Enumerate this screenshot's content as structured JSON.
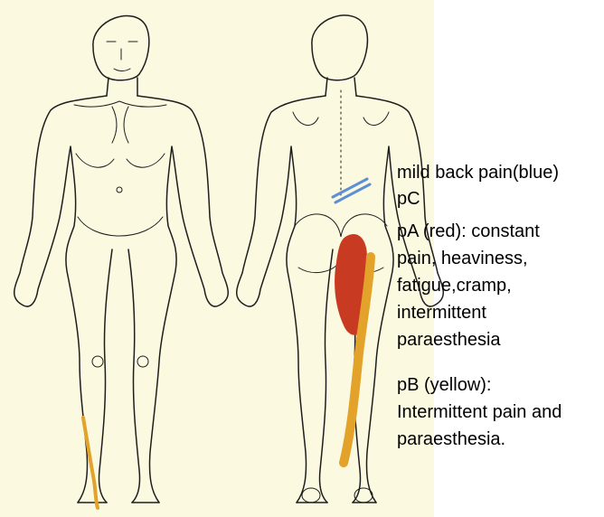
{
  "figure": {
    "background": "#fbf9e0",
    "views": [
      "anterior",
      "posterior"
    ]
  },
  "legend": {
    "back_pain": {
      "lines": [
        "mild back pain(blue)",
        "pC"
      ],
      "color": "#5d8fd6"
    },
    "pA": {
      "lines": [
        "pA (red): constant",
        "pain, heaviness,",
        "fatigue,cramp,",
        "intermittent",
        "paraesthesia"
      ],
      "color": "#c93a22"
    },
    "pB": {
      "lines": [
        "pB (yellow):",
        "Intermittent pain and",
        "paraesthesia."
      ],
      "color": "#e3a22a"
    }
  }
}
